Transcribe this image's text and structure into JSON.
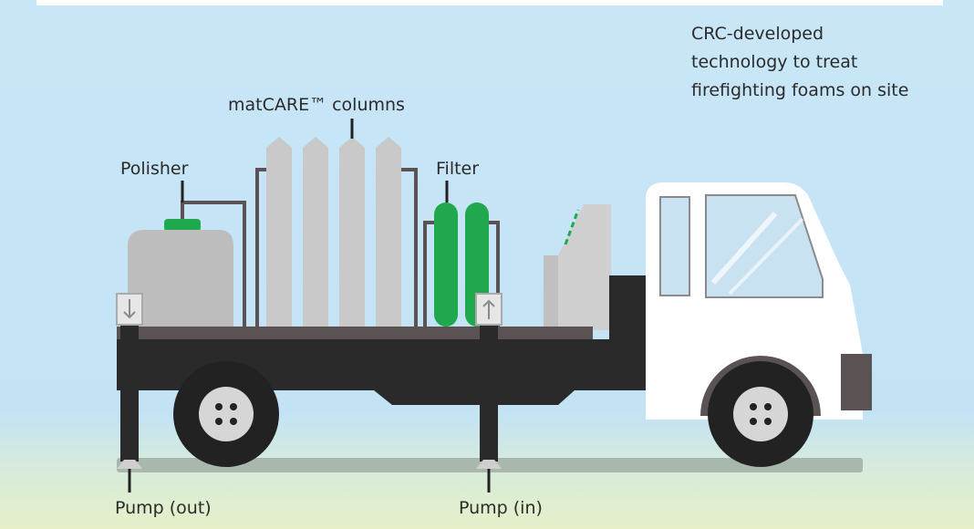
{
  "labels": {
    "columns": "matCARE™ columns",
    "polisher": "Polisher",
    "filter": "Filter",
    "pump_out": "Pump (out)",
    "pump_in": "Pump (in)"
  },
  "caption": {
    "line1": "CRC-developed",
    "line2": "technology to treat",
    "line3": "firefighting foams on site"
  },
  "icons": {
    "pump_out": "arrow-down-icon",
    "pump_in": "arrow-up-icon"
  },
  "colors": {
    "sky": "#c3e3f5",
    "green": "#1fa84e",
    "truck_body": "#2a2a2a",
    "cab": "#ffffff",
    "grey_tank": "#c9c9c9",
    "pipe": "#5b5353"
  }
}
